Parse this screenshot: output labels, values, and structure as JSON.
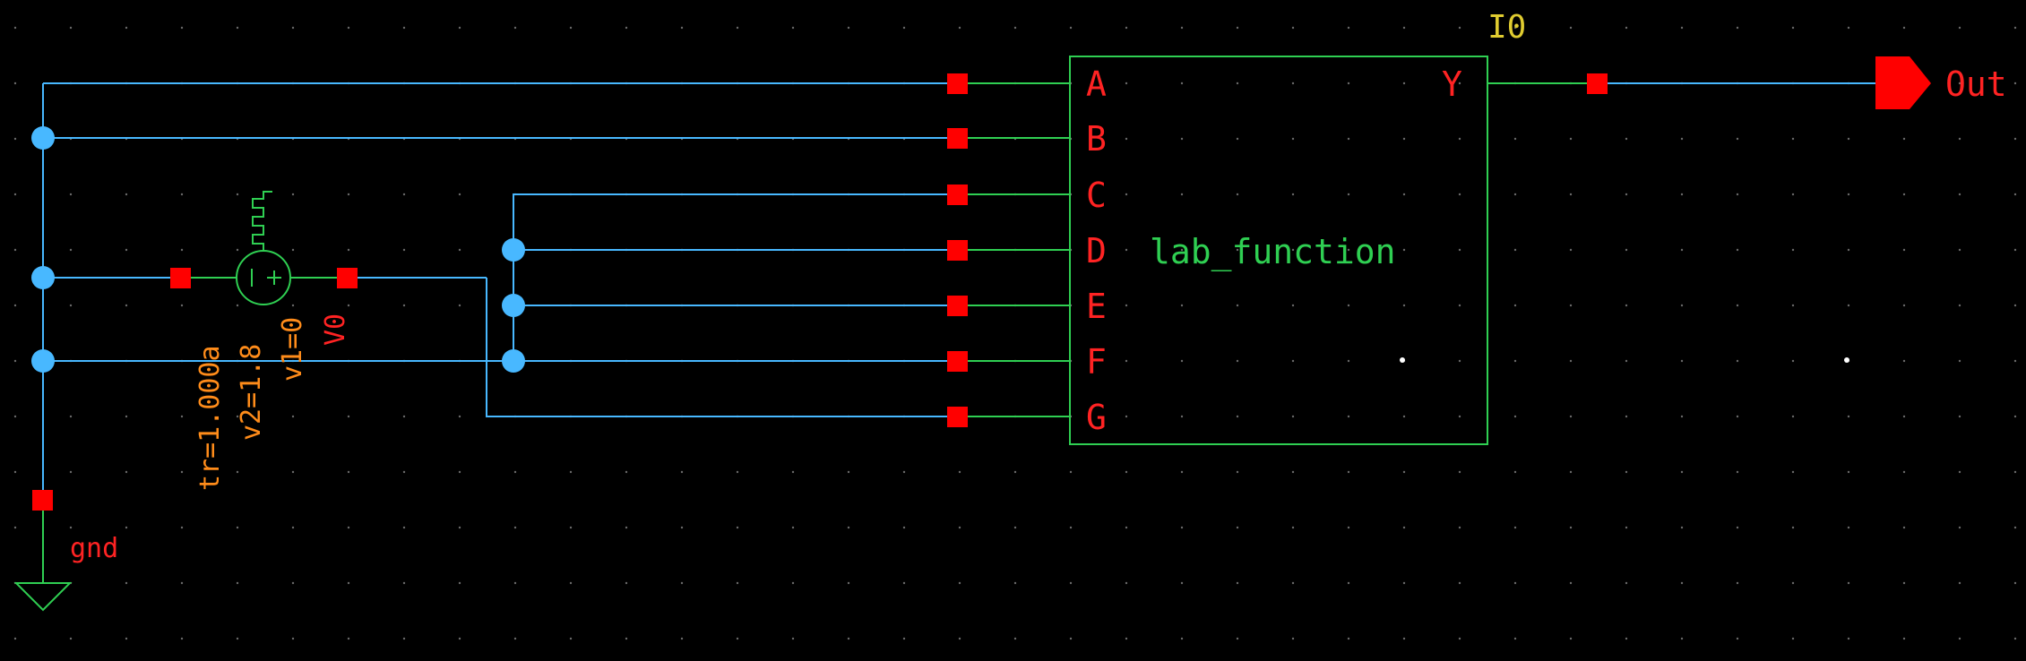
{
  "schematic": {
    "instance": {
      "name": "I0",
      "cell": "lab_function",
      "inputs": [
        "A",
        "B",
        "C",
        "D",
        "E",
        "F",
        "G"
      ],
      "output": "Y"
    },
    "output_port": {
      "label": "Out"
    },
    "ground": {
      "label": "gnd"
    },
    "source": {
      "name": "V0",
      "params": [
        "tr=1.000a",
        "v2=1.8",
        "v1=0"
      ]
    }
  }
}
